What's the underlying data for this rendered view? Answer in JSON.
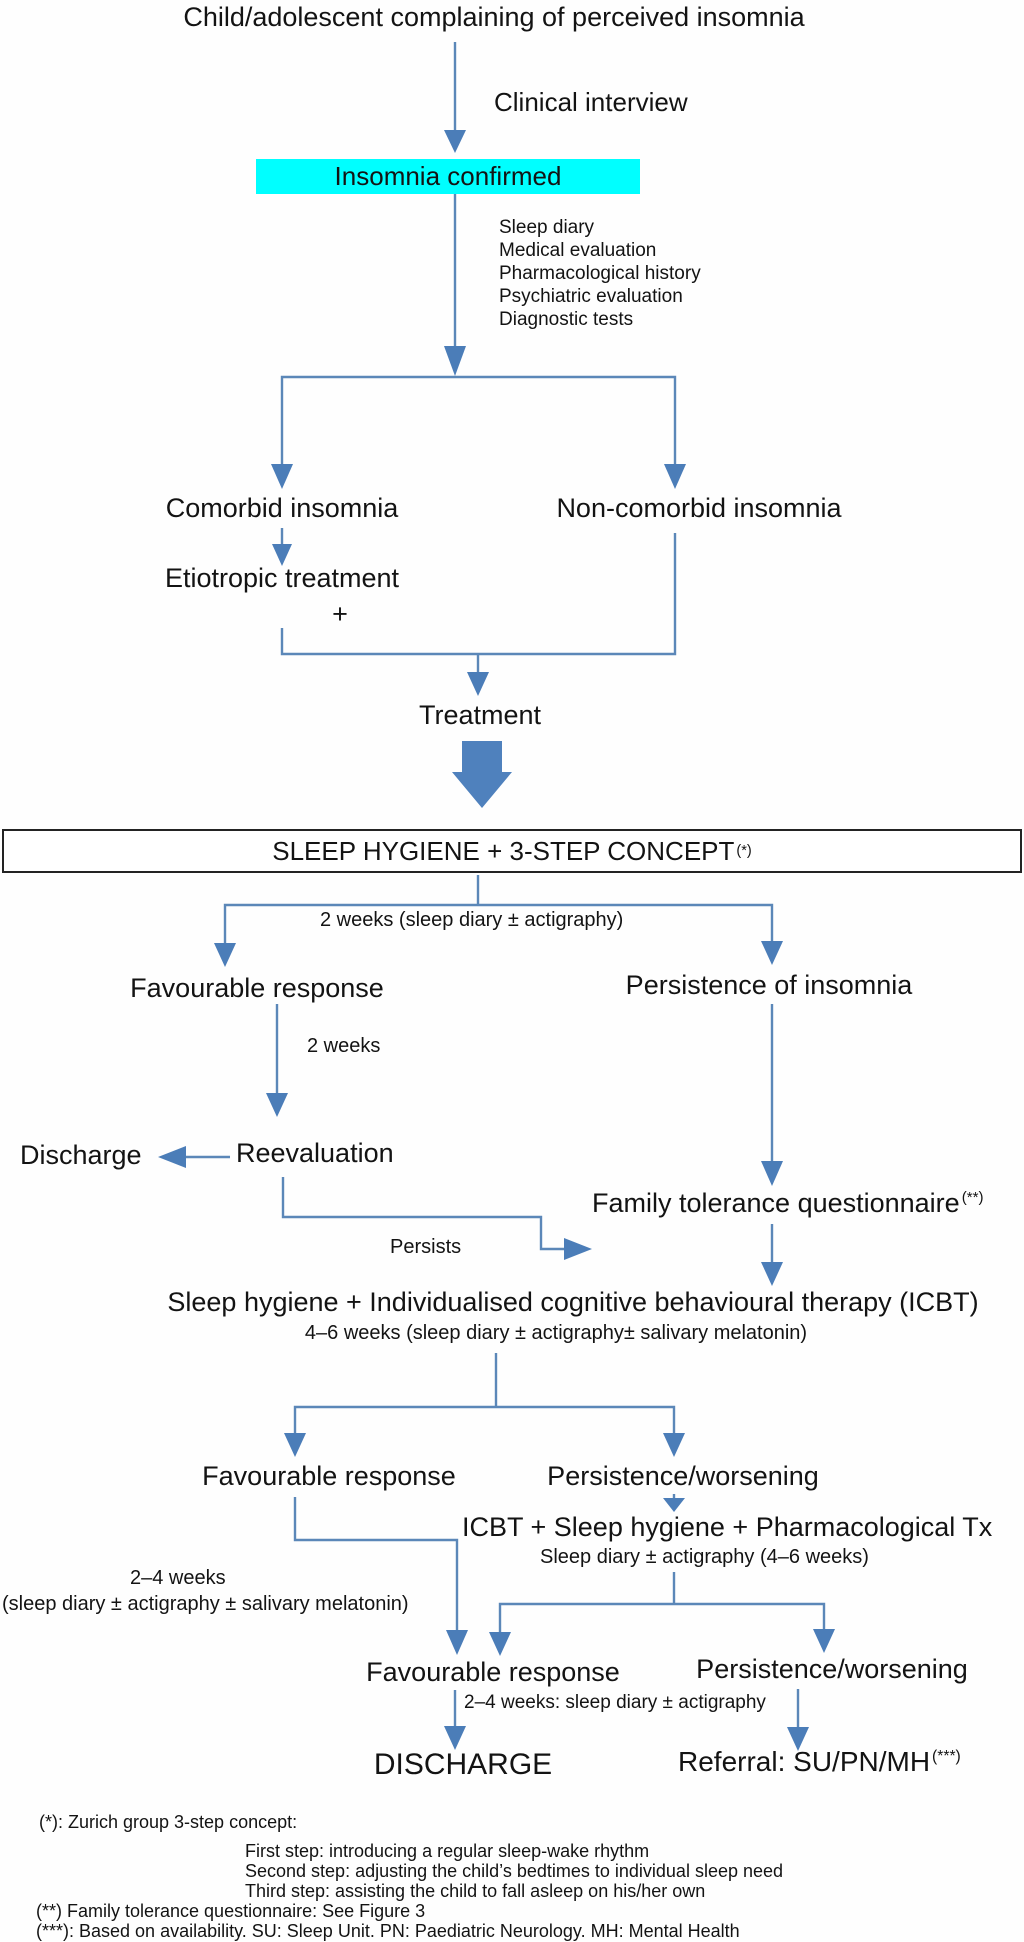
{
  "diagram": {
    "title": "Child/adolescent complaining of perceived insomnia",
    "clinical_interview": "Clinical interview",
    "insomnia_confirmed": "Insomnia confirmed",
    "evaluation_items": [
      "Sleep diary",
      "Medical evaluation",
      "Pharmacological history",
      "Psychiatric evaluation",
      "Diagnostic tests"
    ],
    "comorbid": "Comorbid insomnia",
    "non_comorbid": "Non-comorbid insomnia",
    "etiotropic": "Etiotropic treatment",
    "plus": "+",
    "treatment": "Treatment",
    "sleep_hygiene_box": {
      "label": "SLEEP HYGIENE + 3-STEP CONCEPT",
      "sup": "(*)"
    },
    "weeks2_diary": "2 weeks (sleep diary ± actigraphy)",
    "favourable1": "Favourable response",
    "persistence1": "Persistence of insomnia",
    "weeks2": "2 weeks",
    "discharge1": "Discharge",
    "reevaluation": "Reevaluation",
    "persists": "Persists",
    "family_tolerance": {
      "label": "Family tolerance questionnaire",
      "sup": "(**)"
    },
    "icbt1": "Sleep hygiene + Individualised cognitive behavioural therapy (ICBT)",
    "icbt1_sub": "4–6 weeks (sleep diary ± actigraphy± salivary melatonin)",
    "favourable2": "Favourable response",
    "persistence2": "Persistence/worsening",
    "icbt2": "ICBT + Sleep hygiene + Pharmacological Tx",
    "icbt2_sub": "Sleep diary ± actigraphy (4–6 weeks)",
    "weeks24": "2–4 weeks",
    "weeks24_sub": "(sleep diary ± actigraphy ± salivary melatonin)",
    "favourable3": "Favourable response",
    "favourable3_sub": "2–4 weeks: sleep diary ± actigraphy",
    "persistence3": "Persistence/worsening",
    "discharge2": "DISCHARGE",
    "referral": {
      "label": "Referral: SU/PN/MH",
      "sup": "(***)"
    },
    "footnotes": [
      "(*): Zurich group 3-step concept:",
      "First step: introducing a regular sleep-wake rhythm",
      "Second step: adjusting the child’s bedtimes to individual sleep need",
      "Third step: assisting the child to fall asleep on his/her own",
      "(**) Family tolerance questionnaire: See Figure 3",
      "(***): Based on availability. SU: Sleep Unit. PN: Paediatric Neurology. MH: Mental Health"
    ],
    "colors": {
      "accent_blue": "#4f81bd",
      "highlight_cyan": "#00ffff"
    }
  }
}
